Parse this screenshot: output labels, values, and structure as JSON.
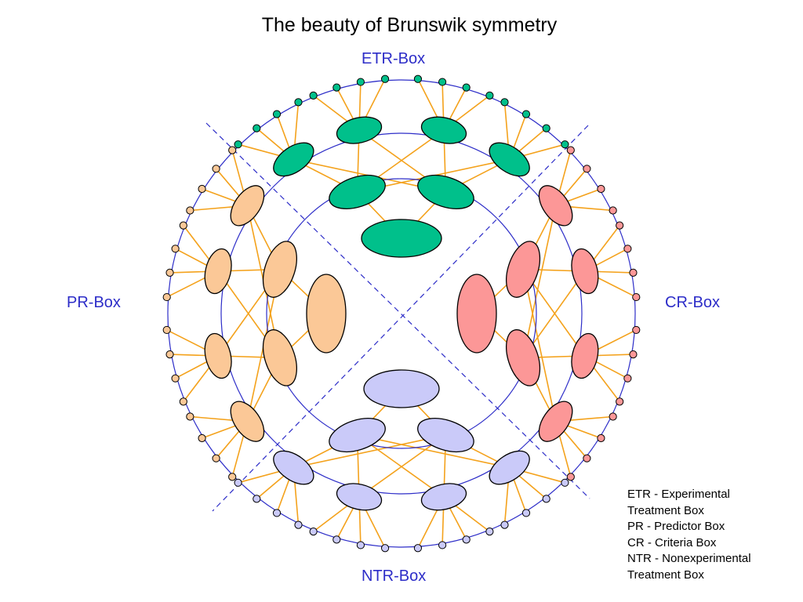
{
  "title": "The beauty of Brunswik symmetry",
  "labels": {
    "etr": "ETR-Box",
    "ntr": "NTR-Box",
    "pr": "PR-Box",
    "cr": "CR-Box"
  },
  "legend": [
    "ETR - Experimental",
    "Treatment Box",
    "PR - Predictor Box",
    "CR - Criteria Box",
    "NTR - Nonexperimental",
    "Treatment Box"
  ],
  "colors": {
    "etr": "#00c08b",
    "pr": "#fbc897",
    "cr": "#fc9797",
    "ntr": "#cacaf9",
    "link": "#f4a21c",
    "ring": "#2d2dc8",
    "label": "#2d2dc8"
  }
}
